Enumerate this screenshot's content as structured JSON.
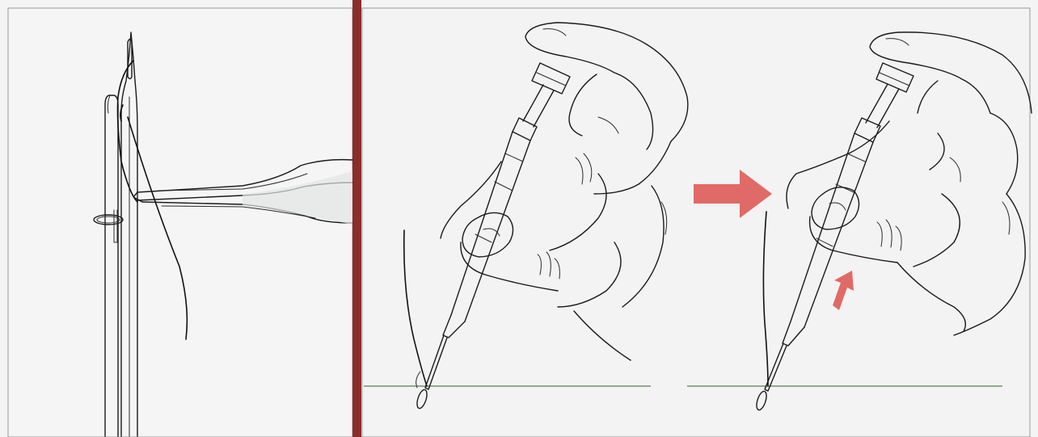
{
  "figure": {
    "panels": [
      {
        "name": "needle-threading-with-tweezers"
      },
      {
        "name": "syringe-insertion-start"
      },
      {
        "name": "syringe-insertion-withdrawal"
      }
    ],
    "colors": {
      "divider": "#8b2d2a",
      "arrow": "#e06a67",
      "panel_background": "#f3f4f3",
      "frame": "#9a9a9a",
      "ground_line": "#5c7a5a"
    },
    "icons": [
      "needle-icon",
      "tweezers-icon",
      "syringe-icon",
      "hand-icon",
      "right-arrow-icon",
      "up-arrow-icon"
    ]
  }
}
